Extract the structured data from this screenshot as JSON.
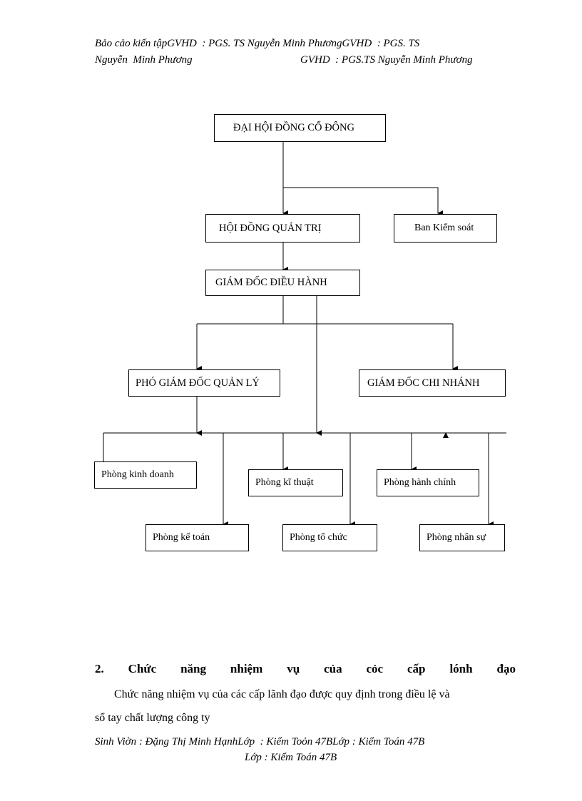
{
  "header": {
    "line1": "Bảo cảo kiến tậpGVHD  : PGS. TS Nguyễn Minh PhươngGVHD  : PGS. TS",
    "line2_left": "Nguyễn  Minh Phương",
    "line2_right": "GVHD  : PGS.TS Nguyễn Minh Phương"
  },
  "org_chart": {
    "general_meeting": "ĐẠI HỘI ĐỒNG CỔ ĐÔNG",
    "board": "HỘI ĐỒNG QUẢN TRỊ",
    "supervisory": "Ban Kiểm soát",
    "ceo": "GIÁM  ĐỐC ĐIỀU  HÀNH",
    "deputy": "PHÓ GIÁM  ĐỐC QUẢN LÝ",
    "branch": "GIÁM ĐỐC CHI NHÁNH",
    "departments": {
      "sales": "Phòng kinh  doanh",
      "technical": "Phòng kĩ thuật",
      "admin": "Phòng hành chính",
      "accounting": "Phòng kế toán",
      "organization": "Phòng tổ chức",
      "hr": "Phòng nhân sự"
    }
  },
  "section": {
    "heading_words": [
      "2.",
      "Chức",
      "năng",
      "nhiệm",
      "vụ",
      "của",
      "cỏc",
      "cấp",
      "lónh",
      "đạo"
    ],
    "para_line1": "Chức năng nhiệm  vụ  của các cấp lãnh  đạo được quy định trong điều lệ và",
    "para_line2": "sổ tay chất lượng công ty"
  },
  "footer": {
    "line1": "Sinh Viờn : Đặng Thị Minh HạnhLớp  : Kiểm Toỏn 47BLớp : Kiểm Toán 47B",
    "line2": "Lớp : Kiểm Toán 47B"
  }
}
